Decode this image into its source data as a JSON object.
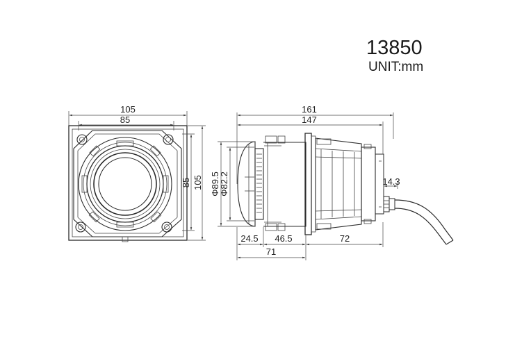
{
  "title": {
    "model": "13850",
    "unit": "UNIT:mm"
  },
  "front_view": {
    "width_outer": "105",
    "width_inner": "85",
    "height_inner": "85",
    "height_outer": "105"
  },
  "side_view": {
    "length_total": "161",
    "length_body": "147",
    "diameter_outer": "Φ89.5",
    "diameter_inner": "Φ82.2",
    "connector_offset": "14.3",
    "lens_depth": "24.5",
    "flange_depth": "46.5",
    "rear_length": "72",
    "front_length": "71"
  }
}
